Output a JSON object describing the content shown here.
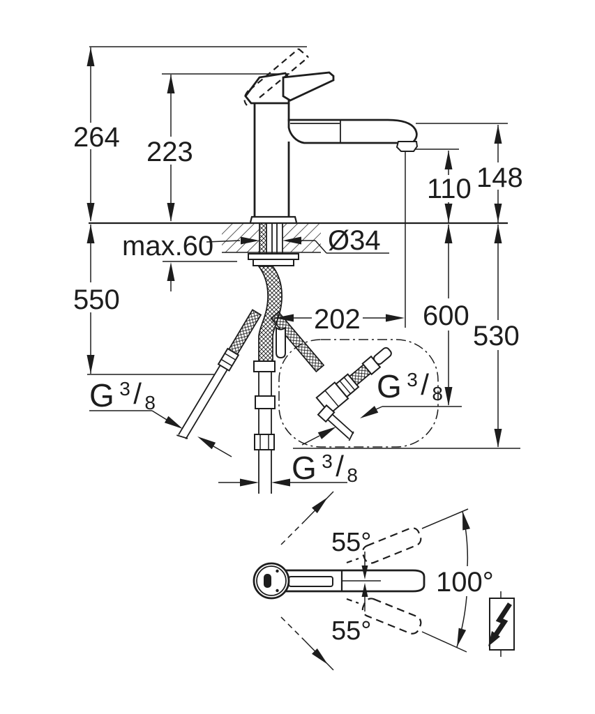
{
  "drawing": {
    "background": "#ffffff",
    "line_color": "#1d1d1d",
    "side_view": {
      "overall_height": "264",
      "body_height": "223",
      "outlet_height": "110",
      "spout_top_height": "148",
      "max_counter_thickness": "max.60",
      "hole_diameter": "Ø34",
      "left_hose_length": "550",
      "spout_reach": "202",
      "center_hose_length": "600",
      "right_hose_length": "530"
    },
    "thread_label": {
      "g": "G",
      "numerator": "3",
      "slash": "/",
      "denominator": "8"
    },
    "top_view": {
      "upper_lever_angle": "55°",
      "swivel_angle": "100°",
      "lower_lever_angle": "55°"
    },
    "symbols": {
      "lightning": "electrical-suitability"
    }
  }
}
